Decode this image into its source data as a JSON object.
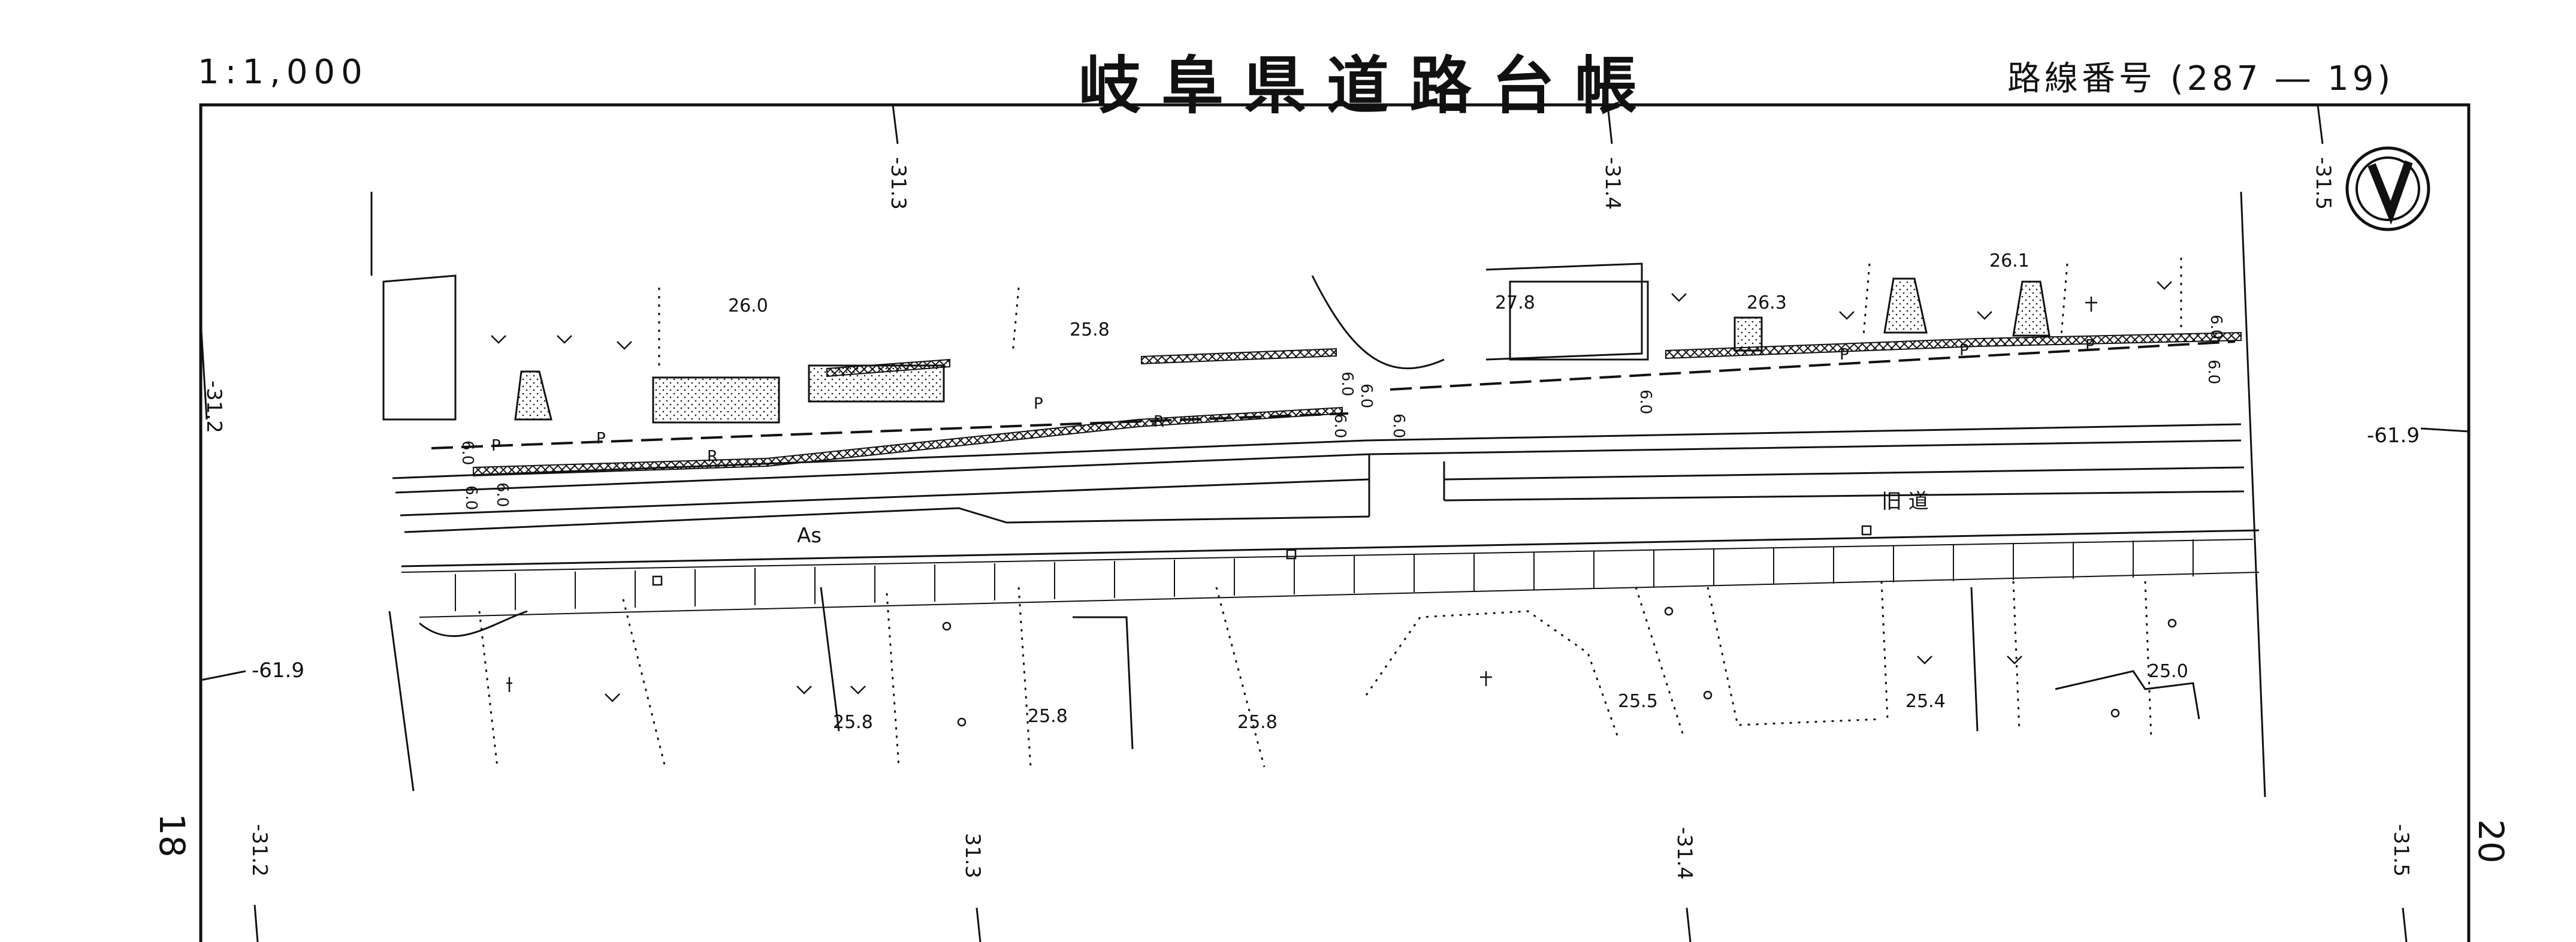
{
  "header": {
    "scale": "1:1,000",
    "title": "岐阜県道路台帳",
    "route_label": "路線番号",
    "route_number": "(287 ― 19)"
  },
  "sheet_links": {
    "previous": "18",
    "next": "20"
  },
  "grid": {
    "top_ticks": [
      "-31.3",
      "-31.4",
      "-31.5"
    ],
    "bottom_ticks": [
      "-31.2",
      "31.3",
      "-31.4",
      "-31.5"
    ],
    "left_ticks": [
      "-31.2",
      "-61.9"
    ],
    "right_ticks": [
      "-61.9"
    ]
  },
  "map_labels": {
    "spot_heights": [
      "26.0",
      "25.8",
      "27.8",
      "26.3",
      "26.1",
      "25.8",
      "25.8",
      "25.8",
      "25.5",
      "25.4",
      "25.0"
    ],
    "road_surface": "As",
    "old_road": "旧 道",
    "width_marks": [
      "6.0",
      "6.0",
      "6.0",
      "6.0",
      "6.0",
      "6.0",
      "6.0",
      "6.0",
      "6.0",
      "6.0"
    ],
    "structure_marks": [
      "P",
      "P",
      "P",
      "P",
      "P",
      "P",
      "R",
      "R"
    ]
  },
  "north_arrow": "north-arrow-icon",
  "colors": {
    "ink": "#111111",
    "paper": "#ffffff"
  }
}
